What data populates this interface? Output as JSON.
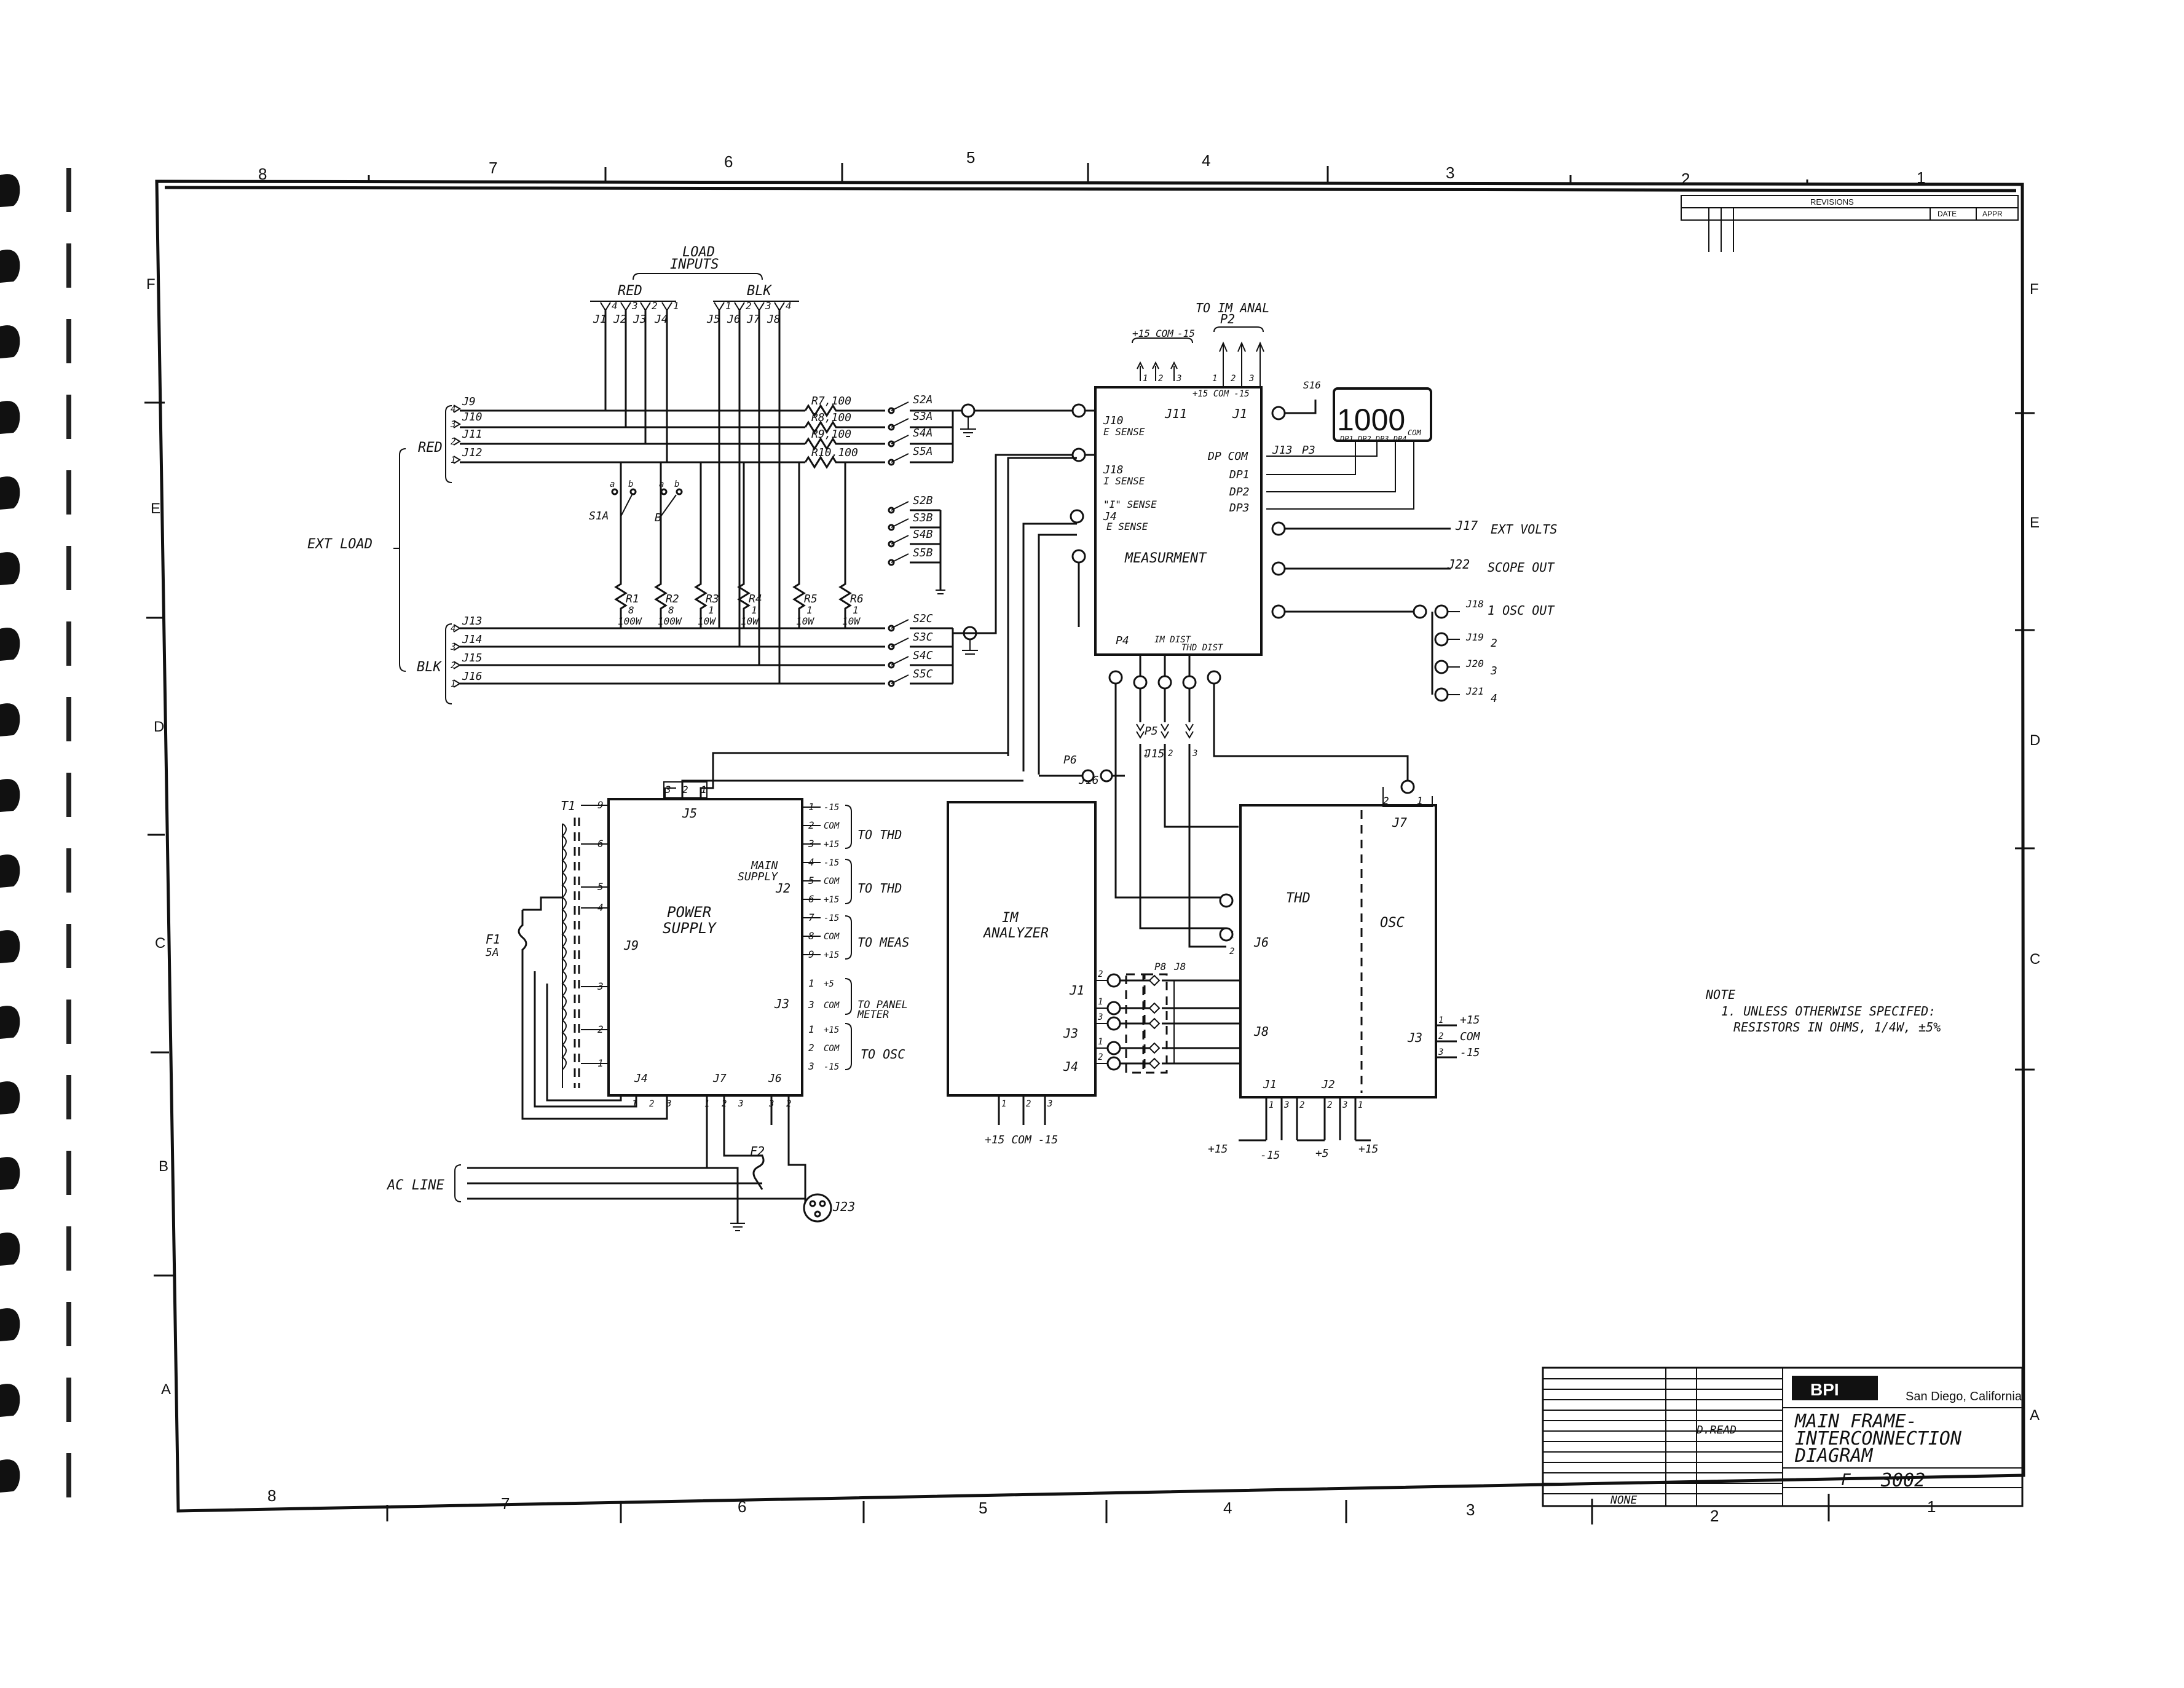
{
  "drawing": {
    "top_zones": [
      "8",
      "7",
      "6",
      "5",
      "4",
      "3",
      "2",
      "1"
    ],
    "side_zones": [
      "F",
      "E",
      "D",
      "C",
      "B",
      "A"
    ],
    "load_inputs_label": "LOAD INPUTS",
    "red_label": "RED",
    "blk_label": "BLK",
    "red_jacks": [
      "J1",
      "J2",
      "J3",
      "J4"
    ],
    "blk_jacks": [
      "J5",
      "J6",
      "J7",
      "J8"
    ],
    "red_pins": [
      "4",
      "3",
      "2",
      "1"
    ],
    "blk_pins": [
      "1",
      "2",
      "3",
      "4"
    ],
    "ext_load_label": "EXT LOAD",
    "red_side_label": "RED",
    "blk_side_label": "BLK",
    "red_ext_jacks": [
      "J9",
      "J10",
      "J11",
      "J12"
    ],
    "blk_ext_jacks": [
      "J13",
      "J14",
      "J15",
      "J16"
    ],
    "ext_pins": [
      "4",
      "3",
      "2",
      "1"
    ],
    "series_resistors": [
      "R7,100",
      "R8,100",
      "R9,100",
      "R10,100"
    ],
    "switches_row1": [
      "S2A",
      "S3A",
      "S4A",
      "S5A"
    ],
    "switches_row2": [
      "S2B",
      "S3B",
      "S4B",
      "S5B"
    ],
    "switches_row3": [
      "S2C",
      "S3C",
      "S4C",
      "S5C"
    ],
    "s1a_label": "S1A",
    "s1b_label": "B",
    "switch_contacts": [
      "a",
      "b",
      "a",
      "b"
    ],
    "load_resistors": [
      {
        "name": "R1",
        "value": "8",
        "rating": "100W"
      },
      {
        "name": "R2",
        "value": "8",
        "rating": "100W"
      },
      {
        "name": "R3",
        "value": "1",
        "rating": "10W"
      },
      {
        "name": "R4",
        "value": "1",
        "rating": "10W"
      },
      {
        "name": "R5",
        "value": "1",
        "rating": "10W"
      },
      {
        "name": "R6",
        "value": "1",
        "rating": "10W"
      }
    ],
    "to_im_anal_label": "TO IM ANAL",
    "p2_label": "P2",
    "j11_top_labels": [
      "+15",
      "COM",
      "-15"
    ],
    "j11_pins": [
      "1",
      "2",
      "3"
    ],
    "p2_pins": [
      "1",
      "2",
      "3"
    ],
    "j11_label": "J11",
    "j11_inner_labels": "+15 COM -15",
    "measurement": {
      "title": "MEASURMENT",
      "j10": "J10",
      "j10_sub": "E SENSE",
      "j18": "J18",
      "j18_sub": "I SENSE",
      "i_sense": "\"I\" SENSE",
      "j4": "J4",
      "j4_sub": "E SENSE",
      "j1": "J1",
      "dp_labels": [
        "DP COM",
        "DP1",
        "DP2",
        "DP3"
      ],
      "j13": "J13",
      "p3": "P3",
      "p4": "P4",
      "im_dist": "IM DIST",
      "thd_dist": "THD DIST"
    },
    "pin_labels": [
      "1",
      "2",
      "3",
      "4",
      "1",
      "2",
      "2",
      "1",
      "1",
      "2",
      "2",
      "3",
      "4"
    ],
    "meter": {
      "value": "1000",
      "s16": "S16",
      "dp_labels": "DP1 DP2 DP3 DP4",
      "com": "COM"
    },
    "outputs": {
      "j17": "J17",
      "ext_volts": "EXT VOLTS",
      "j22": "J22",
      "scope_out": "SCOPE OUT",
      "j18": "J18",
      "osc_out": "1 OSC OUT",
      "j19": "J19",
      "j20": "J20",
      "j21": "J21",
      "osc_pins": [
        "2",
        "3",
        "4"
      ]
    },
    "p5_label": "P5",
    "j15_label": "J15",
    "p6_label": "P6",
    "j16_label": "J16",
    "p5_pins": [
      "1",
      "2",
      "3"
    ],
    "power_supply": {
      "title": "POWER SUPPLY",
      "j5": "J5",
      "j5_pins": [
        "3",
        "2",
        "1"
      ],
      "j9": "J9",
      "main_supply": "MAIN SUPPLY",
      "j2": "J2",
      "j3": "J3",
      "j4": "J4",
      "j7": "J7",
      "j6": "J6",
      "t1": "T1",
      "left_pins": [
        "9",
        "6",
        "5",
        "4",
        "3",
        "2",
        "1"
      ],
      "j2_pins": [
        {
          "pin": "1",
          "sig": "-15"
        },
        {
          "pin": "2",
          "sig": "COM"
        },
        {
          "pin": "3",
          "sig": "+15"
        },
        {
          "pin": "4",
          "sig": "-15"
        },
        {
          "pin": "5",
          "sig": "COM"
        },
        {
          "pin": "6",
          "sig": "+15"
        },
        {
          "pin": "7",
          "sig": "-15"
        },
        {
          "pin": "8",
          "sig": "COM"
        },
        {
          "pin": "9",
          "sig": "+15"
        }
      ],
      "j3_pins": [
        {
          "pin": "1",
          "sig": "+5"
        },
        {
          "pin": "3",
          "sig": "COM"
        }
      ],
      "j6_pins": [
        {
          "pin": "1",
          "sig": "+15"
        },
        {
          "pin": "2",
          "sig": "COM"
        },
        {
          "pin": "3",
          "sig": "-15"
        }
      ],
      "to_thd_1": "TO THD",
      "to_thd_2": "TO THD",
      "to_meas": "TO MEAS",
      "to_panel_meter": "TO PANEL METER",
      "to_osc": "TO OSC",
      "bottom_pins": [
        "1",
        "2",
        "3",
        "1",
        "2",
        "3",
        "3",
        "2"
      ],
      "f1": "F1",
      "f1_rating": "5A",
      "f2": "F2",
      "ac_line": "AC LINE",
      "j23": "J23"
    },
    "im_analyzer": {
      "title": "IM ANALYZER",
      "j1": "J1",
      "j3": "J3",
      "j4": "J4",
      "p8": "P8",
      "j8": "J8",
      "pins": [
        "2",
        "1",
        "3",
        "1",
        "2",
        "1"
      ],
      "bottom_pins": [
        "1",
        "2",
        "3"
      ],
      "bottom_labels": "+15 COM -15"
    },
    "thd_osc": {
      "thd": "THD",
      "osc": "OSC",
      "j6": "J6",
      "j7": "J7",
      "j8": "J8",
      "j1": "J1",
      "j2": "J2",
      "j3": "J3",
      "j7_pins": [
        "2",
        "1"
      ],
      "j6_pins": [
        "1",
        "2"
      ],
      "j3_pins": [
        "1",
        "2",
        "3"
      ],
      "j3_sigs": [
        "+15",
        "COM",
        "-15"
      ],
      "bottom_pins": [
        "1",
        "3",
        "2",
        "2",
        "3",
        "1"
      ],
      "bottom_sigs": [
        "+15",
        "-15",
        "+5",
        "+15"
      ]
    },
    "note": {
      "title": "NOTE",
      "line1": "1. UNLESS OTHERWISE SPECIFED:",
      "line2": "RESISTORS IN OHMS, 1/4W, ±5%"
    },
    "revisions_label": "REVISIONS",
    "revisions_cols": [
      "DATE",
      "APPR"
    ],
    "title_block": {
      "company_logo": "BPI",
      "location": "San Diego, California",
      "title_line1": "MAIN FRAME-",
      "title_line2": "INTERCONNECTION",
      "title_line3": "DIAGRAM",
      "size": "F",
      "drawing_number": "3002",
      "drawn_by": "D.READ",
      "scale": "NONE"
    }
  }
}
